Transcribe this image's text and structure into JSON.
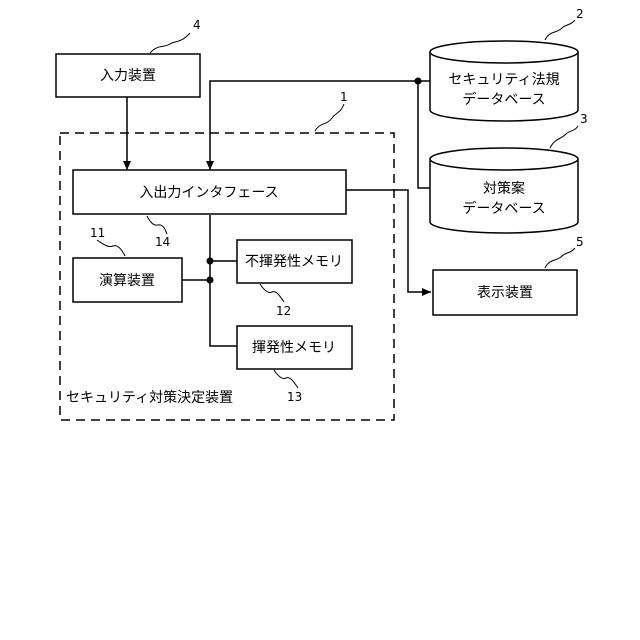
{
  "blocks": {
    "input_device": "入力装置",
    "io_interface": "入出力インタフェース",
    "arithmetic_device": "演算装置",
    "nonvolatile_memory": "不揮発性メモリ",
    "volatile_memory": "揮発性メモリ",
    "display_device": "表示装置",
    "system_label": "セキュリティ対策決定装置"
  },
  "databases": {
    "security_law_db": [
      "セキュリティ法規",
      "データベース"
    ],
    "countermeasure_db": [
      "対策案",
      "データベース"
    ]
  },
  "refs": {
    "system": "1",
    "security_law_db": "2",
    "countermeasure_db": "3",
    "input_device": "4",
    "display_device": "5",
    "arithmetic_device": "11",
    "nonvolatile_memory": "12",
    "volatile_memory": "13",
    "io_interface": "14"
  }
}
